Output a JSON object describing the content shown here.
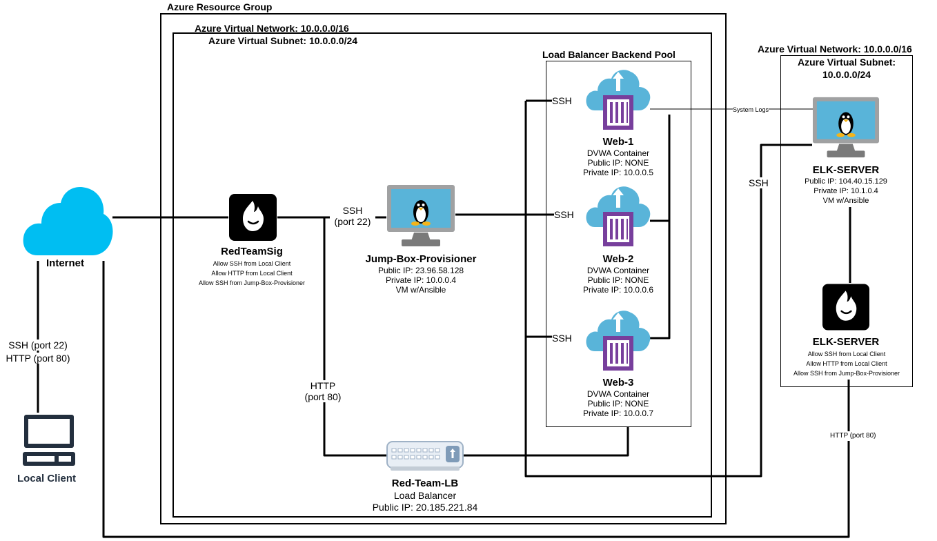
{
  "groups": {
    "resource_group": "Azure Resource Group",
    "vnet_main": "Azure Virtual Network: 10.0.0.0/16",
    "subnet_main": "Azure Virtual Subnet: 10.0.0.0/24",
    "backend_pool": "Load Balancer Backend Pool",
    "vnet_elk": "Azure Virtual Network: 10.0.0.0/16",
    "subnet_elk_line1": "Azure Virtual Subnet:",
    "subnet_elk_line2": "10.0.0.0/24"
  },
  "internet": {
    "label": "Internet",
    "icon": "cloud-icon",
    "color": "#00bef2"
  },
  "local_client": {
    "label": "Local Client",
    "icon": "laptop-icon",
    "color": "#232f3e"
  },
  "redteamsig": {
    "name": "RedTeamSig",
    "icon": "security-group-icon",
    "rules": [
      "Allow SSH from Local Client",
      "Allow HTTP from Local Client",
      "Allow SSH from Jump-Box-Provisioner"
    ]
  },
  "jumpbox": {
    "name": "Jump-Box-Provisioner",
    "icon": "linux-vm-icon",
    "info": [
      "Public IP: 23.96.58.128",
      "Private IP: 10.0.0.4",
      "VM w/Ansible"
    ]
  },
  "webs": [
    {
      "name": "Web-1",
      "icon": "container-cloud-icon",
      "info": [
        "DVWA Container",
        "Public IP: NONE",
        "Private IP: 10.0.0.5"
      ]
    },
    {
      "name": "Web-2",
      "icon": "container-cloud-icon",
      "info": [
        "DVWA Container",
        "Public IP: NONE",
        "Private IP: 10.0.0.6"
      ]
    },
    {
      "name": "Web-3",
      "icon": "container-cloud-icon",
      "info": [
        "DVWA Container",
        "Public IP: NONE",
        "Private IP: 10.0.0.7"
      ]
    }
  ],
  "elk_vm": {
    "name": "ELK-SERVER",
    "icon": "linux-vm-icon",
    "info": [
      "Public IP: 104.40.15.129",
      "Private IP: 10.1.0.4",
      "VM w/Ansible"
    ]
  },
  "elk_sg": {
    "name": "ELK-SERVER",
    "icon": "security-group-icon",
    "rules": [
      "Allow SSH from Local Client",
      "Allow HTTP from Local Client",
      "Allow SSH from Jump-Box-Provisioner"
    ]
  },
  "loadbalancer": {
    "name": "Red-Team-LB",
    "icon": "load-balancer-icon",
    "info": [
      "Load Balancer",
      "Public IP: 20.185.221.84"
    ]
  },
  "edges": {
    "client_ssh": "SSH (port 22)",
    "client_http": "HTTP (port 80)",
    "jump_ssh_1": "SSH",
    "jump_ssh_2": "(port 22)",
    "lb_http_1": "HTTP",
    "lb_http_2": "(port 80)",
    "web1_ssh": "SSH",
    "web2_ssh": "SSH",
    "web3_ssh": "SSH",
    "system_logs": "System Logs",
    "elk_ssh": "SSH",
    "elk_http": "HTTP (port 80)"
  },
  "colors": {
    "container": "#773f9c",
    "cloud": "#59b4d9",
    "vm_screen": "#59b4d9"
  }
}
